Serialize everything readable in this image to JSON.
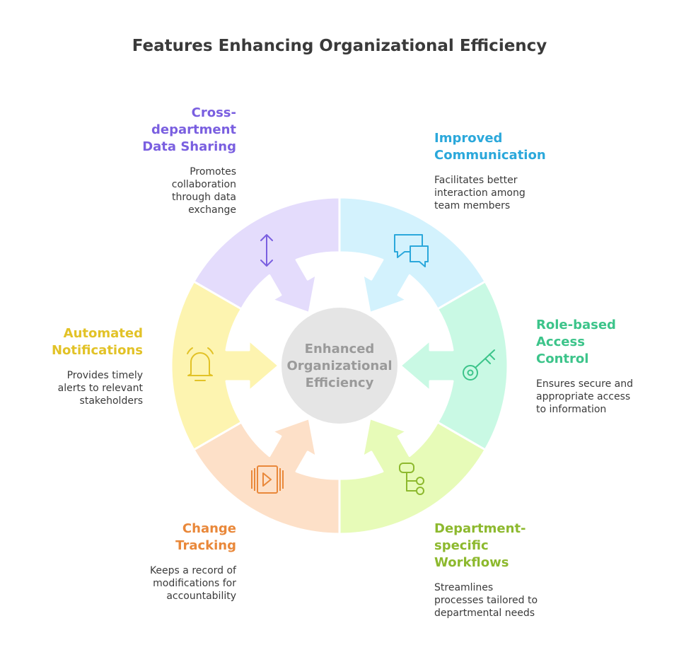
{
  "title": "Features Enhancing Organizational Efficiency",
  "center": {
    "label": "Enhanced\nOrganizational\nEfficiency",
    "color": "#e5e5e5",
    "text_color": "#9a9a9a"
  },
  "segments": [
    {
      "heading": "Cross-\ndepartment\nData Sharing",
      "description": "Promotes\ncollaboration\nthrough data\nexchange",
      "fill": "#e4dcfc",
      "accent": "#7a5fe0",
      "icon": "arrows-up-down-icon"
    },
    {
      "heading": "Improved\nCommunication",
      "description": "Facilitates better\ninteraction among\nteam members",
      "fill": "#d3f2fd",
      "accent": "#2ba8db",
      "icon": "chat-bubbles-icon"
    },
    {
      "heading": "Role-based\nAccess\nControl",
      "description": "Ensures secure and\nappropriate access\nto information",
      "fill": "#c9f9e4",
      "accent": "#3cc48a",
      "icon": "key-icon"
    },
    {
      "heading": "Department-\nspecific\nWorkflows",
      "description": "Streamlines\nprocesses tailored to\ndepartmental needs",
      "fill": "#e7fbb8",
      "accent": "#8db92e",
      "icon": "workflow-icon"
    },
    {
      "heading": "Change\nTracking",
      "description": "Keeps a record of\nmodifications for\naccountability",
      "fill": "#fde0c8",
      "accent": "#e9883a",
      "icon": "video-clip-icon"
    },
    {
      "heading": "Automated\nNotifications",
      "description": "Provides timely\nalerts to relevant\nstakeholders",
      "fill": "#fdf4b0",
      "accent": "#e2c227",
      "icon": "bell-icon"
    }
  ]
}
